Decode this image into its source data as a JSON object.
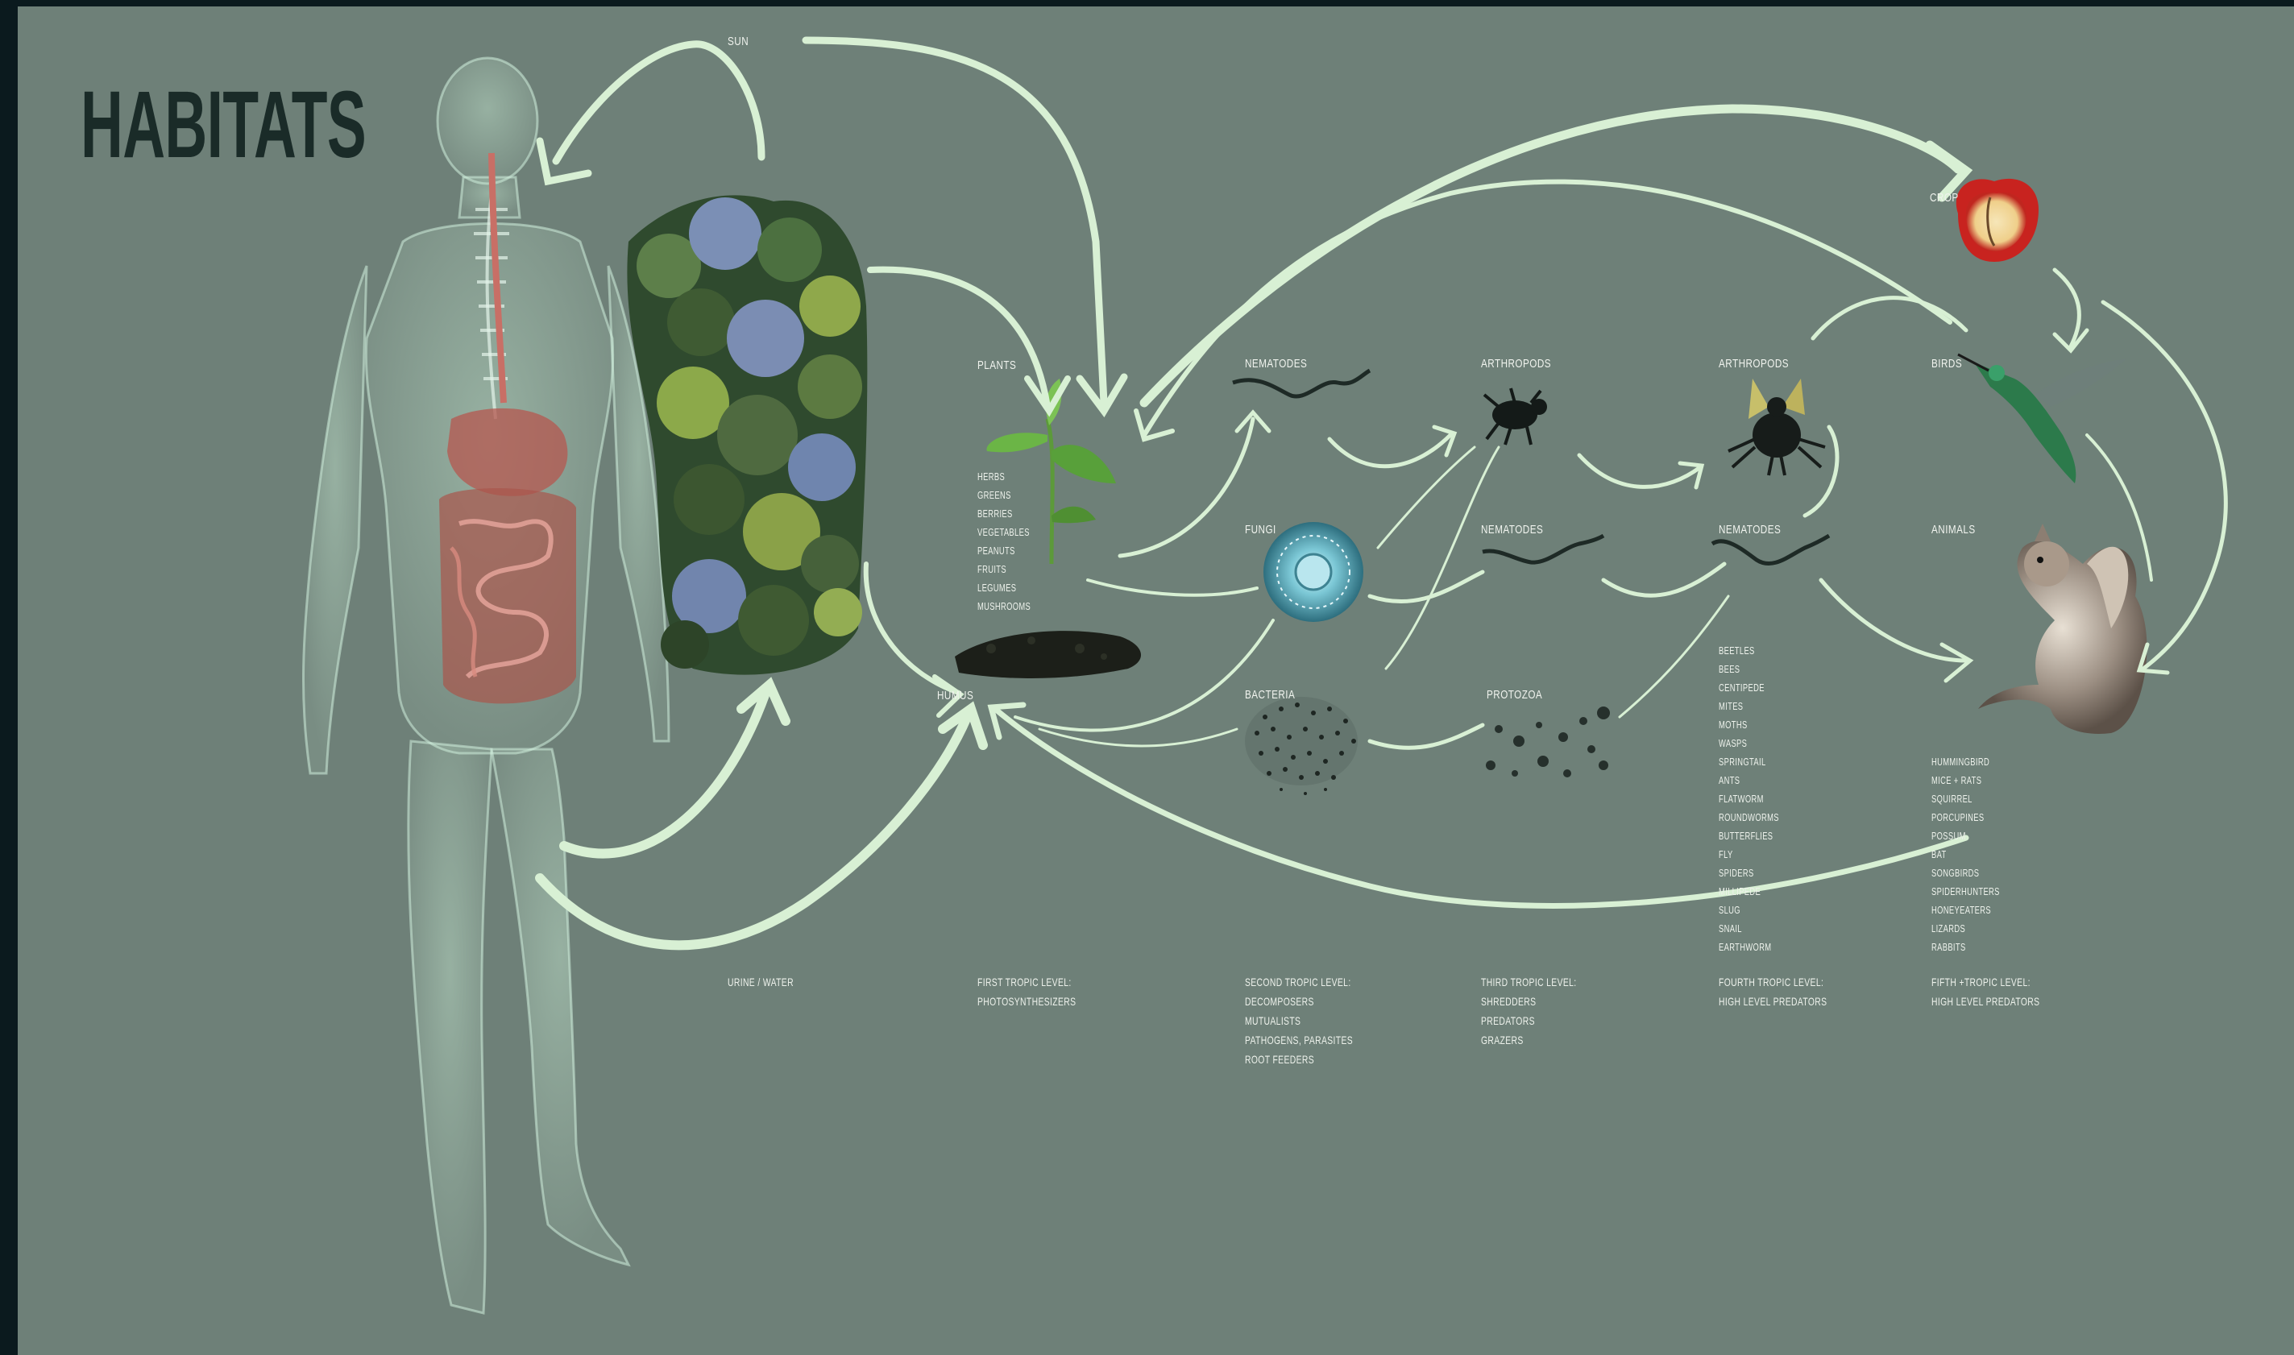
{
  "title": "HABITATS",
  "labels": {
    "sun": "SUN",
    "crop": "CROP",
    "plants": "PLANTS",
    "humus": "HUMUS",
    "nematodes_1": "NEMATODES",
    "fungi": "FUNGI",
    "bacteria": "BACTERIA",
    "arthropods_1": "ARTHROPODS",
    "nematodes_2": "NEMATODES",
    "protozoa": "PROTOZOA",
    "arthropods_2": "ARTHROPODS",
    "nematodes_3": "NEMATODES",
    "birds": "BIRDS",
    "animals": "ANIMALS"
  },
  "plants_list": [
    "HERBS",
    "GREENS",
    "BERRIES",
    "VEGETABLES",
    "PEANUTS",
    "FRUITS",
    "LEGUMES",
    "MUSHROOMS"
  ],
  "arthropods_list": [
    "BEETLES",
    "BEES",
    "CENTIPEDE",
    "MITES",
    "MOTHS",
    "WASPS",
    "SPRINGTAIL",
    "ANTS",
    "FLATWORM",
    "ROUNDWORMS",
    "BUTTERFLIES",
    "FLY",
    "SPIDERS",
    "MILLIPEDE",
    "SLUG",
    "SNAIL",
    "EARTHWORM"
  ],
  "animals_list": [
    "HUMMINGBIRD",
    "MICE + RATS",
    "SQUIRREL",
    "PORCUPINES",
    "POSSUM",
    "BAT",
    "SONGBIRDS",
    "SPIDERHUNTERS",
    "HONEYEATERS",
    "LIZARDS",
    "RABBITS"
  ],
  "trophic_levels": {
    "urine": [
      "URINE / WATER"
    ],
    "first": [
      "FIRST TROPIC LEVEL:",
      "PHOTOSYNTHESIZERS"
    ],
    "second": [
      "SECOND TROPIC LEVEL:",
      "DECOMPOSERS",
      "MUTUALISTS",
      "PATHOGENS, PARASITES",
      "ROOT FEEDERS"
    ],
    "third": [
      "THIRD TROPIC LEVEL:",
      "SHREDDERS",
      "PREDATORS",
      "GRAZERS"
    ],
    "fourth": [
      "FOURTH TROPIC LEVEL:",
      "HIGH LEVEL PREDATORS"
    ],
    "fifth": [
      "FIFTH +TROPIC LEVEL:",
      "HIGH LEVEL PREDATORS"
    ]
  },
  "colors": {
    "background": "#6e8078",
    "arrow": "#d8f0d4",
    "title": "#1a2b28",
    "text": "#f0f3ee"
  }
}
